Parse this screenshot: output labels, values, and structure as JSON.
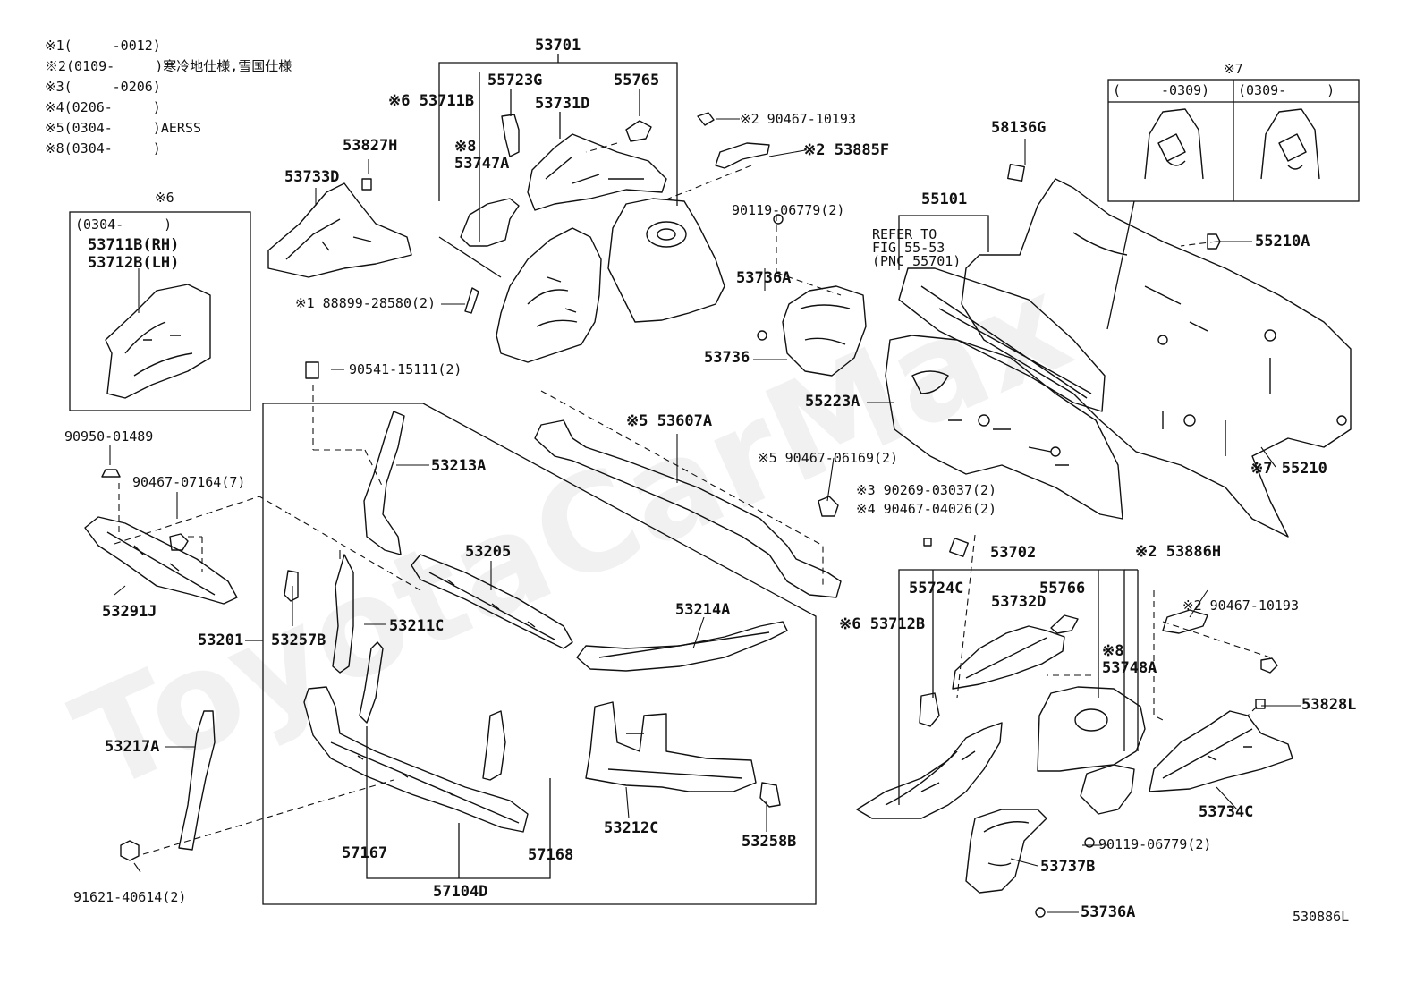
{
  "notes": [
    {
      "mark": "※1",
      "range": "(　　　-0012)",
      "desc": ""
    },
    {
      "mark": "※2",
      "range": "(0109-　　　)",
      "desc": "寒冷地仕様,雪国仕様"
    },
    {
      "mark": "※3",
      "range": "(　　　-0206)",
      "desc": ""
    },
    {
      "mark": "※4",
      "range": "(0206-　　　)",
      "desc": ""
    },
    {
      "mark": "※5",
      "range": "(0304-　　　)",
      "desc": "AERSS"
    },
    {
      "mark": "※8",
      "range": "(0304-　　　)",
      "desc": ""
    }
  ],
  "inset6": {
    "title": "※6",
    "range": "(0304-　　　)",
    "part_rh": "53711B(RH)",
    "part_lh": "53712B(LH)"
  },
  "inset7": {
    "title": "※7",
    "col1": "(　　　-0309)",
    "col2": "(0309-　　　)"
  },
  "refer": {
    "line1": "REFER TO",
    "line2": "FIG 55-53",
    "line3": "(PNC 55701)"
  },
  "watermark": "ToyotaCarMax",
  "diagram_id": "530886L",
  "parts": {
    "p53701": "53701",
    "p55723G": "55723G",
    "p55765": "55765",
    "p53711B": "※6 53711B",
    "p53731D": "53731D",
    "p53747A": "※8\n53747A",
    "p53827H": "53827H",
    "p53733D": "53733D",
    "p88899": "※1 88899-28580(2)",
    "p90467_10193a": "※2 90467-10193",
    "p53885F": "※2 53885F",
    "p90119a": "90119-06779(2)",
    "p53736A_top": "53736A",
    "p53736": "53736",
    "p58136G": "58136G",
    "p55101": "55101",
    "p55210A": "55210A",
    "p55223A": "55223A",
    "p55210": "※7 55210",
    "p90541": "90541-15111(2)",
    "p90950": "90950-01489",
    "p90467_07164": "90467-07164(7)",
    "p53291J": "53291J",
    "p53213A": "53213A",
    "p53607A": "※5 53607A",
    "p90467_06169": "※5 90467-06169(2)",
    "p90269": "※3 90269-03037(2)",
    "p90467_04026": "※4 90467-04026(2)",
    "p53205": "53205",
    "p53257B": "53257B",
    "p53211C": "53211C",
    "p53201": "53201",
    "p53214A": "53214A",
    "p53217A": "53217A",
    "p53212C": "53212C",
    "p53258B": "53258B",
    "p57167": "57167",
    "p57168": "57168",
    "p57104D": "57104D",
    "p91621": "91621-40614(2)",
    "p53702": "53702",
    "p55724C": "55724C",
    "p55766": "55766",
    "p53732D": "53732D",
    "p53712B": "※6 53712B",
    "p53748A": "※8\n53748A",
    "p53886H": "※2 53886H",
    "p90467_10193b": "※2 90467-10193",
    "p53828L": "53828L",
    "p53734C": "53734C",
    "p90119b": "90119-06779(2)",
    "p53737B": "53737B",
    "p53736A_bot": "53736A"
  }
}
